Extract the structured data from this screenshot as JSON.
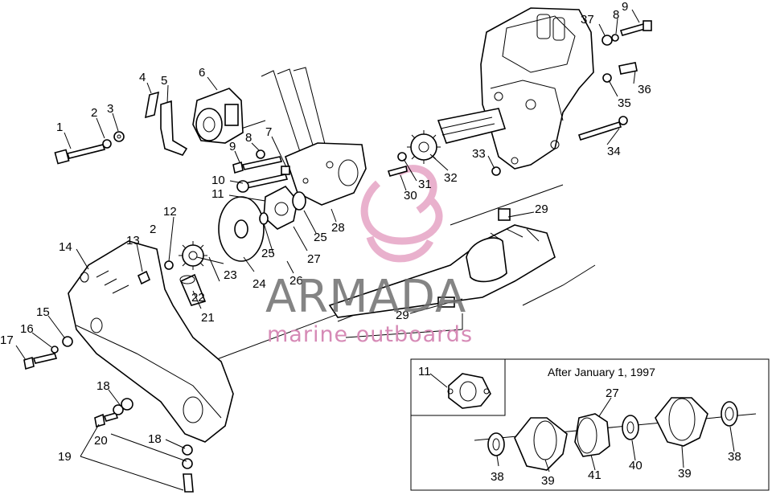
{
  "inset": {
    "title": "After January 1, 1997"
  },
  "watermark": {
    "brand": "ARMADA",
    "tagline": "marine outboards",
    "colors": {
      "brand": "#6f6f6f",
      "tagline": "#d68ab6",
      "logo": "#e7a9c8"
    }
  },
  "labels": [
    "1",
    "2",
    "3",
    "4",
    "5",
    "6",
    "7",
    "8",
    "9",
    "10",
    "11",
    "12",
    "13",
    "14",
    "15",
    "16",
    "17",
    "18",
    "19",
    "20",
    "21",
    "22",
    "23",
    "24",
    "25",
    "25",
    "26",
    "27",
    "28",
    "29",
    "29",
    "30",
    "31",
    "32",
    "33",
    "34",
    "35",
    "36",
    "37",
    "8",
    "9",
    "2",
    "18",
    "11",
    "27",
    "38",
    "39",
    "41",
    "40",
    "39",
    "38"
  ]
}
